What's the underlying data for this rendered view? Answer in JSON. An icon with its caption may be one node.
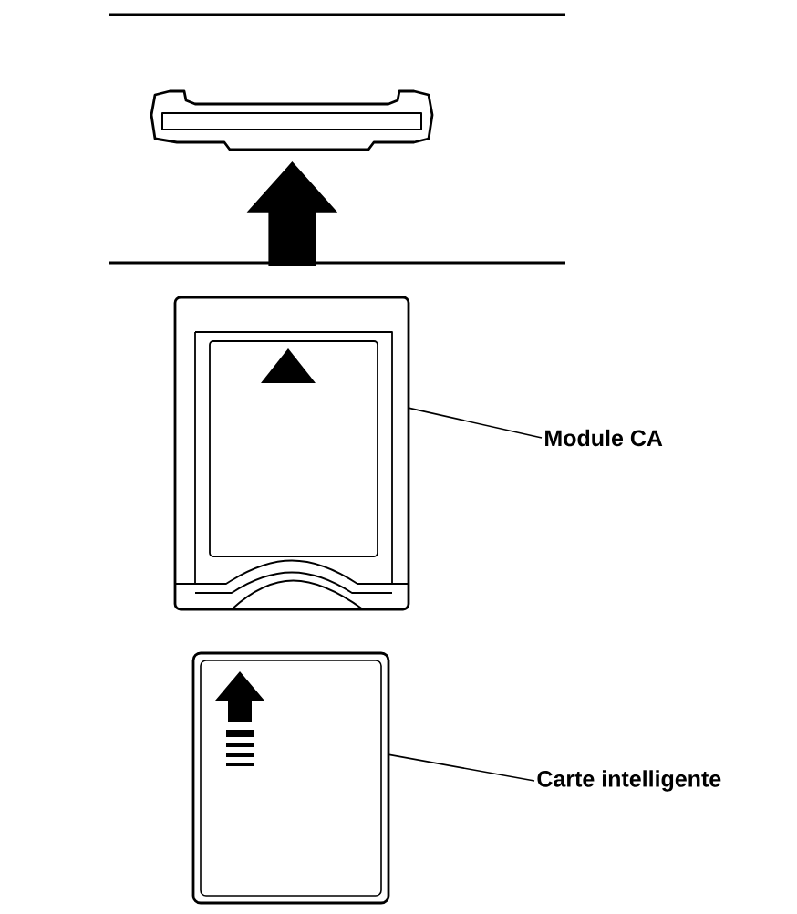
{
  "diagram": {
    "nodes": [
      {
        "text": [],
        "shape": "box"
      },
      {
        "text": [],
        "shape": "box"
      },
      {
        "text": [
          "Module CA"
        ]
      },
      {
        "text": [],
        "shape": "box"
      },
      {
        "text": [
          "Carte intelligente"
        ]
      }
    ],
    "edges": [
      {
        "from": 1,
        "to": 0,
        "arrow": "to",
        "style": "thick"
      },
      {
        "from": 2,
        "to": 1,
        "arrow": "none"
      },
      {
        "from": 4,
        "to": 3,
        "arrow": "none"
      }
    ]
  }
}
